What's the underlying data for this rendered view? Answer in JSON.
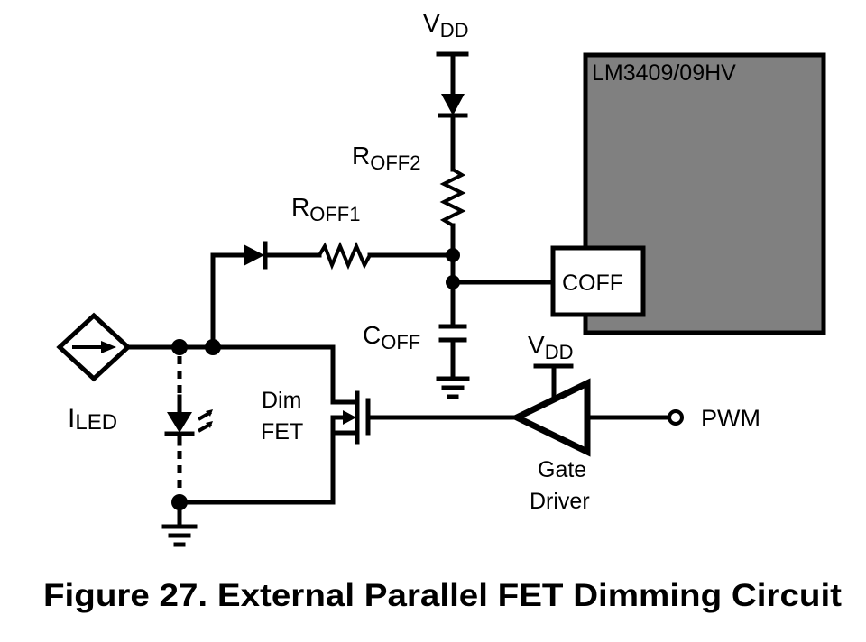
{
  "figure": {
    "caption": "Figure 27.  External Parallel FET Dimming Circuit"
  },
  "colors": {
    "ic_fill": "#808080",
    "stroke": "#000000",
    "background": "#ffffff"
  },
  "ic": {
    "name": "LM3409/09HV",
    "pin_label": "COFF"
  },
  "labels": {
    "vdd_top": {
      "main": "V",
      "sub": "DD"
    },
    "vdd_driver": {
      "main": "V",
      "sub": "DD"
    },
    "roff2": {
      "main": "R",
      "sub": "OFF2"
    },
    "roff1": {
      "main": "R",
      "sub": "OFF1"
    },
    "coff": {
      "main": "C",
      "sub": "OFF"
    },
    "iled": {
      "main": "I",
      "sub": "LED"
    },
    "dim_fet_line1": "Dim",
    "dim_fet_line2": "FET",
    "gate_driver_line1": "Gate",
    "gate_driver_line2": "Driver",
    "pwm": "PWM"
  },
  "components": [
    {
      "id": "current-source",
      "type": "dependent-current-source",
      "label": "ILED"
    },
    {
      "id": "led-string",
      "type": "led",
      "label": ""
    },
    {
      "id": "diode-roff1",
      "type": "diode"
    },
    {
      "id": "resistor-roff1",
      "type": "resistor",
      "label": "ROFF1"
    },
    {
      "id": "diode-vdd",
      "type": "diode"
    },
    {
      "id": "resistor-roff2",
      "type": "resistor",
      "label": "ROFF2"
    },
    {
      "id": "capacitor-coff",
      "type": "capacitor",
      "label": "COFF"
    },
    {
      "id": "dim-fet",
      "type": "nmos",
      "label": "Dim FET"
    },
    {
      "id": "gate-driver",
      "type": "buffer",
      "label": "Gate Driver"
    },
    {
      "id": "ic",
      "type": "ic",
      "label": "LM3409/09HV"
    }
  ]
}
